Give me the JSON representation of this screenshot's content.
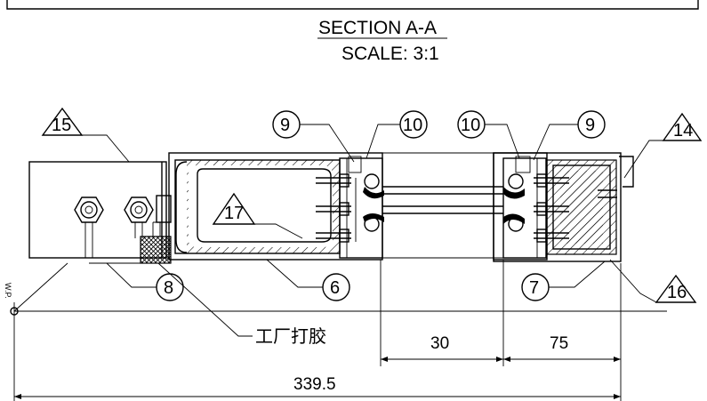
{
  "title": {
    "section": "SECTION A-A",
    "scale": "SCALE: 3:1"
  },
  "callouts": {
    "tri_15": "15",
    "tri_17": "17",
    "tri_14": "14",
    "tri_16": "16",
    "circ_9_left": "9",
    "circ_10_left": "10",
    "circ_10_right": "10",
    "circ_9_right": "9",
    "circ_8": "8",
    "circ_6": "6",
    "circ_7": "7"
  },
  "note": "工厂打胶",
  "datum_label": "W.P.",
  "dimensions": {
    "d30": "30",
    "d75": "75",
    "total": "339.5"
  }
}
